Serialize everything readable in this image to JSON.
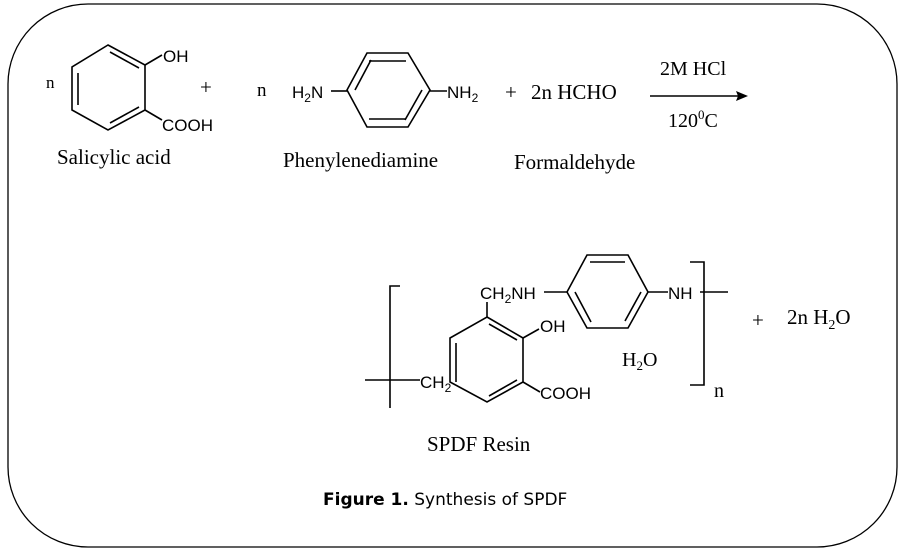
{
  "reactants": {
    "salicylic": {
      "coef": "n",
      "oh": "OH",
      "cooh": "COOH",
      "name": "Salicylic acid"
    },
    "plus1": "+",
    "phenylenediamine": {
      "coef": "n",
      "left": "H",
      "left_sub": "2",
      "left_tail": "N",
      "right": "NH",
      "right_sub": "2",
      "name": "Phenylenediamine"
    },
    "plus2": "+",
    "formaldehyde": {
      "formula": "2n HCHO",
      "name": "Formaldehyde"
    }
  },
  "conditions": {
    "above": "2M HCl",
    "below_num": "120",
    "below_sup": "0",
    "below_unit": "C"
  },
  "product": {
    "ch2nh_a": "CH",
    "ch2nh_sub": "2",
    "ch2nh_b": "NH",
    "nh": "NH",
    "oh": "OH",
    "cooh": "COOH",
    "ch2": "CH",
    "ch2_sub": "2",
    "water_a": "H",
    "water_sub": "2",
    "water_b": "O",
    "repeat": "n",
    "name": "SPDF Resin"
  },
  "byproduct": {
    "plus": "+",
    "coef": "2n H",
    "sub": "2",
    "tail": "O"
  },
  "caption": {
    "label": "Figure 1.",
    "text": "Synthesis of SPDF"
  }
}
